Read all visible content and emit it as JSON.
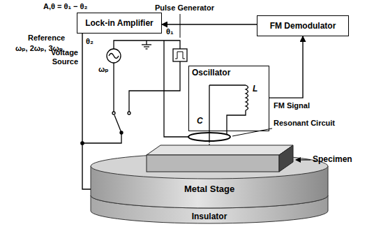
{
  "diagram": {
    "nodes": [
      {
        "text": [
          "Lock-in Amplifier"
        ]
      },
      {
        "text": [
          "FM Demodulator"
        ]
      },
      {
        "text": [
          "Oscillator"
        ]
      },
      {
        "text": [
          "Metal Stage"
        ]
      },
      {
        "text": [
          "Insulator"
        ]
      }
    ],
    "edges": [
      {
        "from": 1,
        "to": 0,
        "arrow": "to"
      },
      {
        "from": 2,
        "to": 1,
        "arrow": "to"
      },
      {
        "from": 3,
        "to": 0,
        "arrow": "none"
      }
    ],
    "labels": [
      "A,θ = θ₁ − θ₂",
      "θ₁",
      "Pulse Generator",
      "Reference",
      "ωₚ, 2ωₚ, 3ωₚ",
      "θ₂",
      "Voltage Source",
      "ωₚ",
      "L",
      "FM Signal",
      "Resonant Circuit",
      "C",
      "Specimen"
    ]
  }
}
